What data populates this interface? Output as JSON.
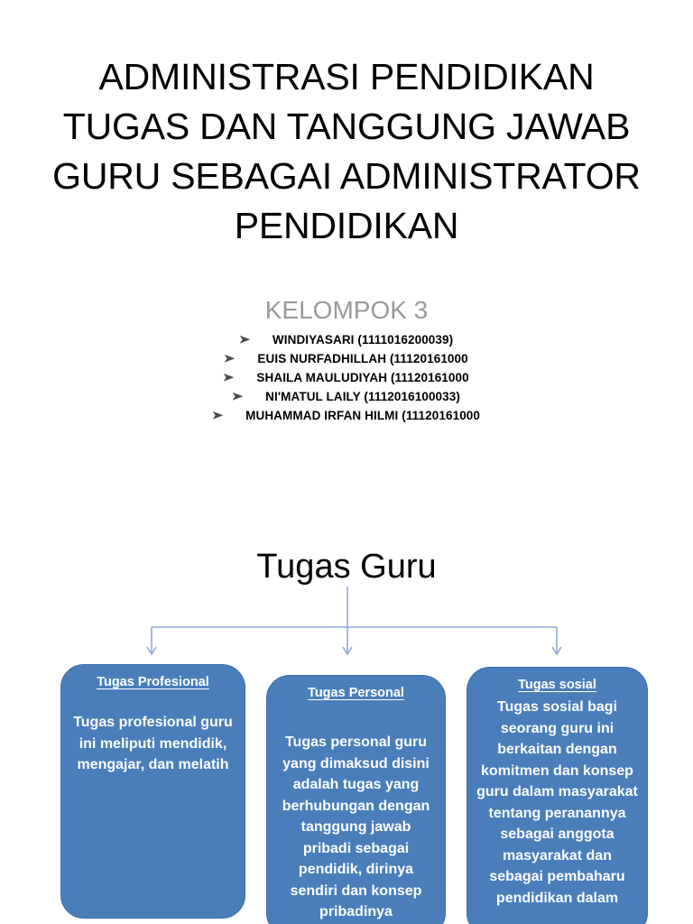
{
  "slide": {
    "title_lines": [
      "ADMINISTRASI PENDIDIKAN",
      "TUGAS DAN TANGGUNG JAWAB",
      "GURU SEBAGAI ADMINISTRATOR",
      "PENDIDIKAN"
    ],
    "group_label": "KELOMPOK 3",
    "members": [
      "WINDIYASARI (1111016200039)",
      "EUIS NURFADHILLAH (11120161000",
      "SHAILA MAULUDIYAH (11120161000",
      "NI'MATUL LAILY (1112016100033)",
      "MUHAMMAD IRFAN HILMI (11120161000"
    ],
    "bullet_glyph": "➤",
    "diagram": {
      "title": "Tugas Guru",
      "boxes": [
        {
          "heading": "Tugas Profesional",
          "body": "Tugas profesional guru ini meliputi mendidik, mengajar, dan melatih"
        },
        {
          "heading": "Tugas Personal",
          "body": "Tugas personal guru yang dimaksud disini adalah tugas yang berhubungan dengan tanggung jawab pribadi sebagai pendidik, dirinya sendiri dan konsep pribadinya"
        },
        {
          "heading": "Tugas sosial",
          "body": "Tugas sosial bagi seorang guru ini berkaitan dengan komitmen dan konsep guru dalam masyarakat tentang peranannya sebagai anggota masyarakat dan sebagai pembaharu pendidikan dalam"
        }
      ]
    }
  },
  "colors": {
    "box_fill": "#4a7ebb",
    "box_border": "#3d6ca6",
    "connector": "#8faadc",
    "group_label": "#9a9a9a",
    "title_text": "#000000",
    "box_text": "#ffffff"
  }
}
